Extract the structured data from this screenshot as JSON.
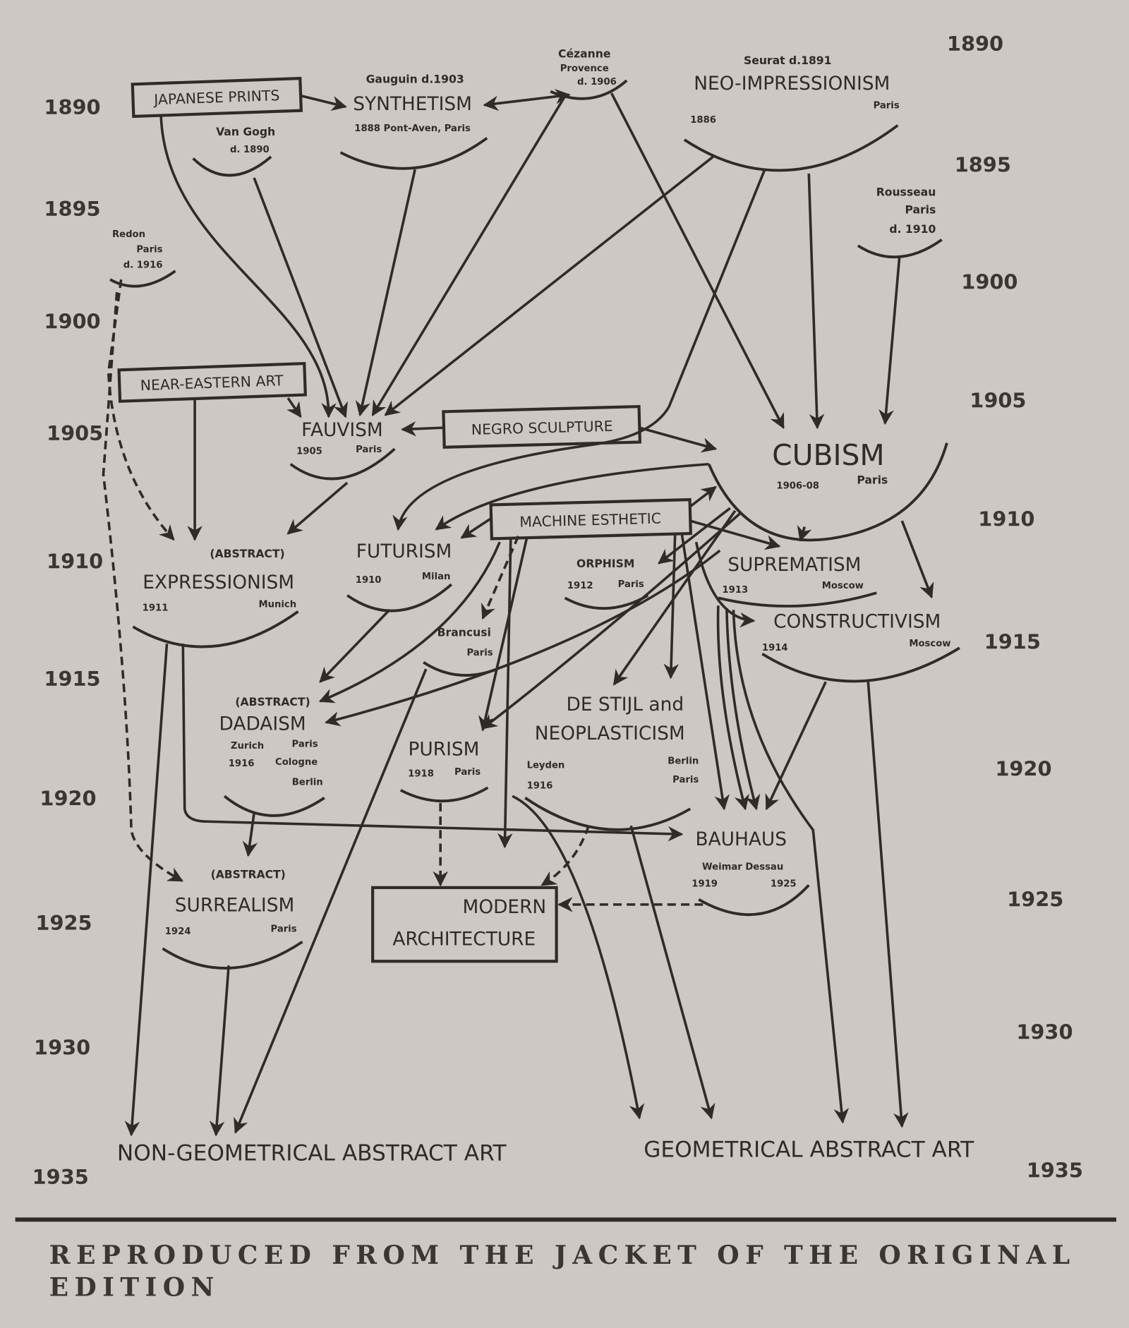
{
  "years_left": [
    "1890",
    "1895",
    "1900",
    "1905",
    "1910",
    "1915",
    "1920",
    "1925",
    "1930",
    "1935"
  ],
  "years_right": [
    "1890",
    "1895",
    "1900",
    "1905",
    "1910",
    "1915",
    "1920",
    "1925",
    "1930",
    "1935"
  ],
  "boxes": {
    "japanese_prints": "JAPANESE PRINTS",
    "near_eastern_art": "NEAR-EASTERN ART",
    "negro_sculpture": "NEGRO SCULPTURE",
    "machine_esthetic": "MACHINE ESTHETIC",
    "modern_architecture": [
      "MODERN",
      "ARCHITECTURE"
    ]
  },
  "artists": {
    "gauguin": "Gauguin d.1903",
    "van_gogh": [
      "Van Gogh",
      "d. 1890"
    ],
    "cezanne": [
      "Cézanne",
      "Provence",
      "d. 1906"
    ],
    "seurat": "Seurat d.1891",
    "rousseau": [
      "Rousseau",
      "Paris",
      "d. 1910"
    ],
    "redon": [
      "Redon",
      "Paris",
      "d. 1916"
    ],
    "brancusi": [
      "Brancusi",
      "Paris"
    ]
  },
  "movements": {
    "synthetism": {
      "name": "SYNTHETISM",
      "info": "1888 Pont-Aven, Paris"
    },
    "neo_impressionism": {
      "name": "NEO-IMPRESSIONISM",
      "year": "1886",
      "place": "Paris"
    },
    "fauvism": {
      "name": "FAUVISM",
      "year": "1905",
      "place": "Paris"
    },
    "cubism": {
      "name": "CUBISM",
      "year": "1906-08",
      "place": "Paris"
    },
    "futurism": {
      "name": "FUTURISM",
      "year": "1910",
      "place": "Milan"
    },
    "expressionism": {
      "prefix": "(ABSTRACT)",
      "name": "EXPRESSIONISM",
      "year": "1911",
      "place": "Munich"
    },
    "orphism": {
      "name": "ORPHISM",
      "year": "1912",
      "place": "Paris"
    },
    "suprematism": {
      "name": "SUPREMATISM",
      "year": "1913",
      "place": "Moscow"
    },
    "constructivism": {
      "name": "CONSTRUCTIVISM",
      "year": "1914",
      "place": "Moscow"
    },
    "dadaism": {
      "prefix": "(ABSTRACT)",
      "name": "DADAISM",
      "places": [
        "Zurich",
        "Paris",
        "1916",
        "Cologne",
        "Berlin"
      ]
    },
    "purism": {
      "name": "PURISM",
      "year": "1918",
      "place": "Paris"
    },
    "de_stijl": {
      "name1": "DE STIJL and",
      "name2": "NEOPLASTICISM",
      "place1": "Leyden",
      "year": "1916",
      "place2": "Berlin",
      "place3": "Paris"
    },
    "bauhaus": {
      "name": "BAUHAUS",
      "places": "Weimar Dessau",
      "year1": "1919",
      "year2": "1925"
    },
    "surrealism": {
      "prefix": "(ABSTRACT)",
      "name": "SURREALISM",
      "year": "1924",
      "place": "Paris"
    }
  },
  "outcomes": {
    "non_geometrical": "NON-GEOMETRICAL ABSTRACT ART",
    "geometrical": "GEOMETRICAL ABSTRACT ART"
  },
  "caption": [
    "REPRODUCED FROM THE JACKET OF THE ORIGINAL",
    "EDITION"
  ]
}
